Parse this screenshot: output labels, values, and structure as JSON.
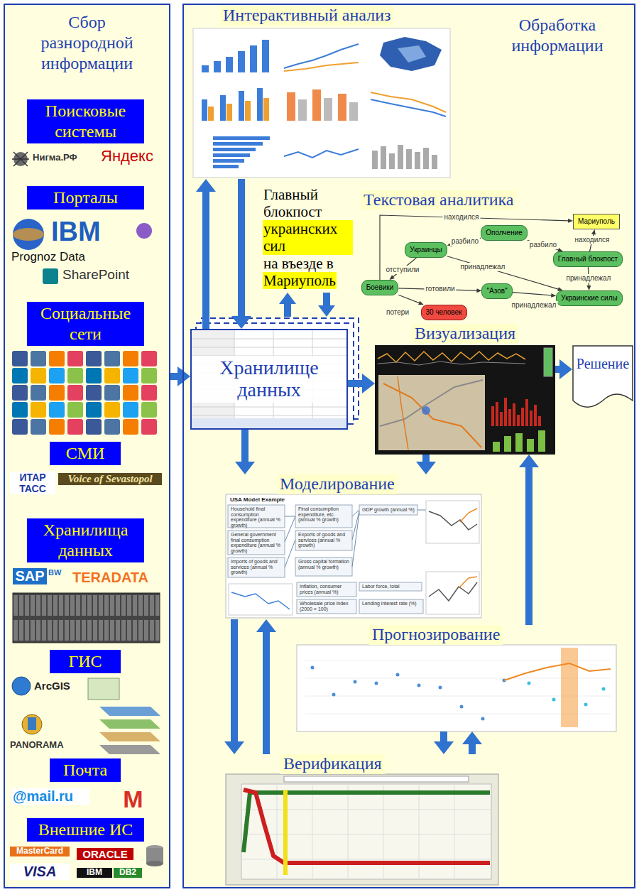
{
  "diagram": {
    "nodes": [
      {
        "text": [
          "Сбор разнородной информации"
        ]
      },
      {
        "text": [
          "Поисковые системы"
        ],
        "in": 0
      },
      {
        "text": [
          "Порталы"
        ],
        "in": 0
      },
      {
        "text": [
          "Социальные сети"
        ],
        "in": 0
      },
      {
        "text": [
          "СМИ"
        ],
        "in": 0
      },
      {
        "text": [
          "Хранилища данных"
        ],
        "in": 0
      },
      {
        "text": [
          "ГИС"
        ],
        "in": 0
      },
      {
        "text": [
          "Почта"
        ],
        "in": 0
      },
      {
        "text": [
          "Внешние ИС"
        ],
        "in": 0
      },
      {
        "text": [
          "Обработка информации"
        ]
      },
      {
        "text": [
          "Интерактивный анализ"
        ],
        "in": 9
      },
      {
        "text": [
          "Текстовая аналитика"
        ],
        "in": 9
      },
      {
        "text": [
          "Мариуполь"
        ],
        "in": 11
      },
      {
        "text": [
          "Ополчение"
        ],
        "in": 11
      },
      {
        "text": [
          "Украинцы"
        ],
        "in": 11
      },
      {
        "text": [
          "Главный блокпост"
        ],
        "in": 11
      },
      {
        "text": [
          "Боевики"
        ],
        "in": 11
      },
      {
        "text": [
          "30 человек"
        ],
        "in": 11
      },
      {
        "text": [
          "\"Азов\""
        ],
        "in": 11
      },
      {
        "text": [
          "Украинские силы"
        ],
        "in": 11
      },
      {
        "text": [
          "Хранилище данных"
        ],
        "in": 9
      },
      {
        "text": [
          "Визуализация"
        ],
        "in": 9
      },
      {
        "text": [
          "Решение"
        ],
        "in": 9
      },
      {
        "text": [
          "Моделирование"
        ],
        "in": 9
      },
      {
        "text": [
          "Прогнозирование"
        ],
        "in": 9
      },
      {
        "text": [
          "Верификация"
        ],
        "in": 9
      }
    ],
    "edges": [
      {
        "from": 0,
        "to": 20,
        "arrow": "to"
      },
      {
        "from": 20,
        "to": 10,
        "arrow": "to"
      },
      {
        "from": 10,
        "to": 20,
        "arrow": "to"
      },
      {
        "from": 20,
        "to": 21,
        "arrow": "to"
      },
      {
        "from": 21,
        "to": 22,
        "arrow": "to"
      },
      {
        "from": 20,
        "to": 23,
        "arrow": "to"
      },
      {
        "from": 21,
        "to": 23,
        "arrow": "to"
      },
      {
        "from": 23,
        "to": 25,
        "arrow": "to"
      },
      {
        "from": 25,
        "to": 23,
        "arrow": "to"
      },
      {
        "from": 24,
        "to": 21,
        "arrow": "to"
      },
      {
        "from": 24,
        "to": 25,
        "arrow": "to"
      },
      {
        "from": 25,
        "to": 24,
        "arrow": "to"
      },
      {
        "from": 16,
        "to": 12,
        "label": "находился",
        "arrow": "to"
      },
      {
        "from": 14,
        "to": 16,
        "label": "отступили",
        "arrow": "to"
      },
      {
        "from": 13,
        "to": 14,
        "label": "разбило",
        "arrow": "to"
      },
      {
        "from": 13,
        "to": 15,
        "label": "разбило",
        "arrow": "to"
      },
      {
        "from": 15,
        "to": 12,
        "label": "находился",
        "arrow": "to"
      },
      {
        "from": 16,
        "to": 18,
        "label": "готовили",
        "arrow": "to"
      },
      {
        "from": 16,
        "to": 17,
        "label": "потери",
        "arrow": "to"
      },
      {
        "from": 14,
        "to": 19,
        "label": "принадлежал",
        "arrow": "to"
      },
      {
        "from": 15,
        "to": 19,
        "label": "принадлежал",
        "arrow": "to"
      },
      {
        "from": 18,
        "to": 19,
        "label": "принадлежал",
        "arrow": "to"
      }
    ],
    "labels": [
      "Нигма.РФ",
      "Яндекс",
      "IBM",
      "Prognoz Data",
      "SharePoint",
      "ИТАР ТАСС",
      "Voice of Sevastopol",
      "SAP",
      "BW",
      "TERADATA",
      "ArcGIS",
      "PANORAMA",
      "@mail.ru",
      "M",
      "MasterCard",
      "VISA",
      "ORACLE",
      "IBM",
      "DB2",
      "Главный блокпост",
      "украинских сил",
      "на въезде в",
      "Мариуполь",
      "USA Model Example",
      "Household final consumption expenditure (annual % growth)",
      "General government final consumption expenditure (annual % growth)",
      "Imports of goods and services (annual % growth)",
      "Final consumption expenditure, etc. (annual % growth)",
      "Exports of goods and services (annual % growth)",
      "Gross capital formation (annual % growth)",
      "GDP growth (annual %)",
      "Inflation, consumer prices (annual %)",
      "Labor force, total",
      "Wholesale price index (2000 = 100)",
      "Lending interest rate (%)"
    ]
  }
}
